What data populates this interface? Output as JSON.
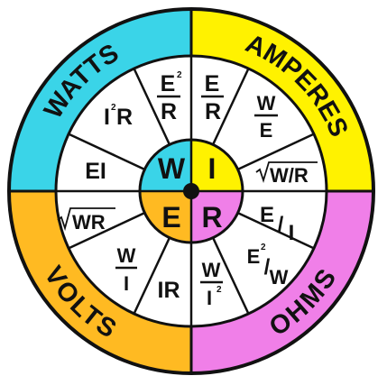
{
  "quadrants": [
    {
      "id": "watts",
      "label": "WATTS",
      "color": "#3ad4e8"
    },
    {
      "id": "amperes",
      "label": "AMPERES",
      "color": "#fff200"
    },
    {
      "id": "ohms",
      "label": "OHMS",
      "color": "#f07fe8"
    },
    {
      "id": "volts",
      "label": "VOLTS",
      "color": "#ffba22"
    }
  ],
  "center": {
    "W": "W",
    "I": "I",
    "R": "R",
    "E": "E"
  },
  "formulas": {
    "watts_ei": "EI",
    "watts_i2r_base": "I",
    "watts_i2r_exp": "2",
    "watts_i2r_tail": "R",
    "watts_e2r_num": "E",
    "watts_e2r_exp": "2",
    "watts_e2r_den": "R",
    "amps_er_num": "E",
    "amps_er_den": "R",
    "amps_we_num": "W",
    "amps_we_den": "E",
    "amps_sqrt_wr": "W/R",
    "ohms_ei_num": "E",
    "ohms_ei_slash": "/",
    "ohms_ei_den": "I",
    "ohms_e2w_num": "E",
    "ohms_e2w_exp": "2",
    "ohms_e2w_slash": "/",
    "ohms_e2w_den": "W",
    "ohms_wi2_num": "W",
    "ohms_wi2_den": "I",
    "ohms_wi2_exp": "2",
    "volts_ir": "IR",
    "volts_wi_num": "W",
    "volts_wi_den": "I",
    "volts_sqrt_wr": "WR"
  }
}
